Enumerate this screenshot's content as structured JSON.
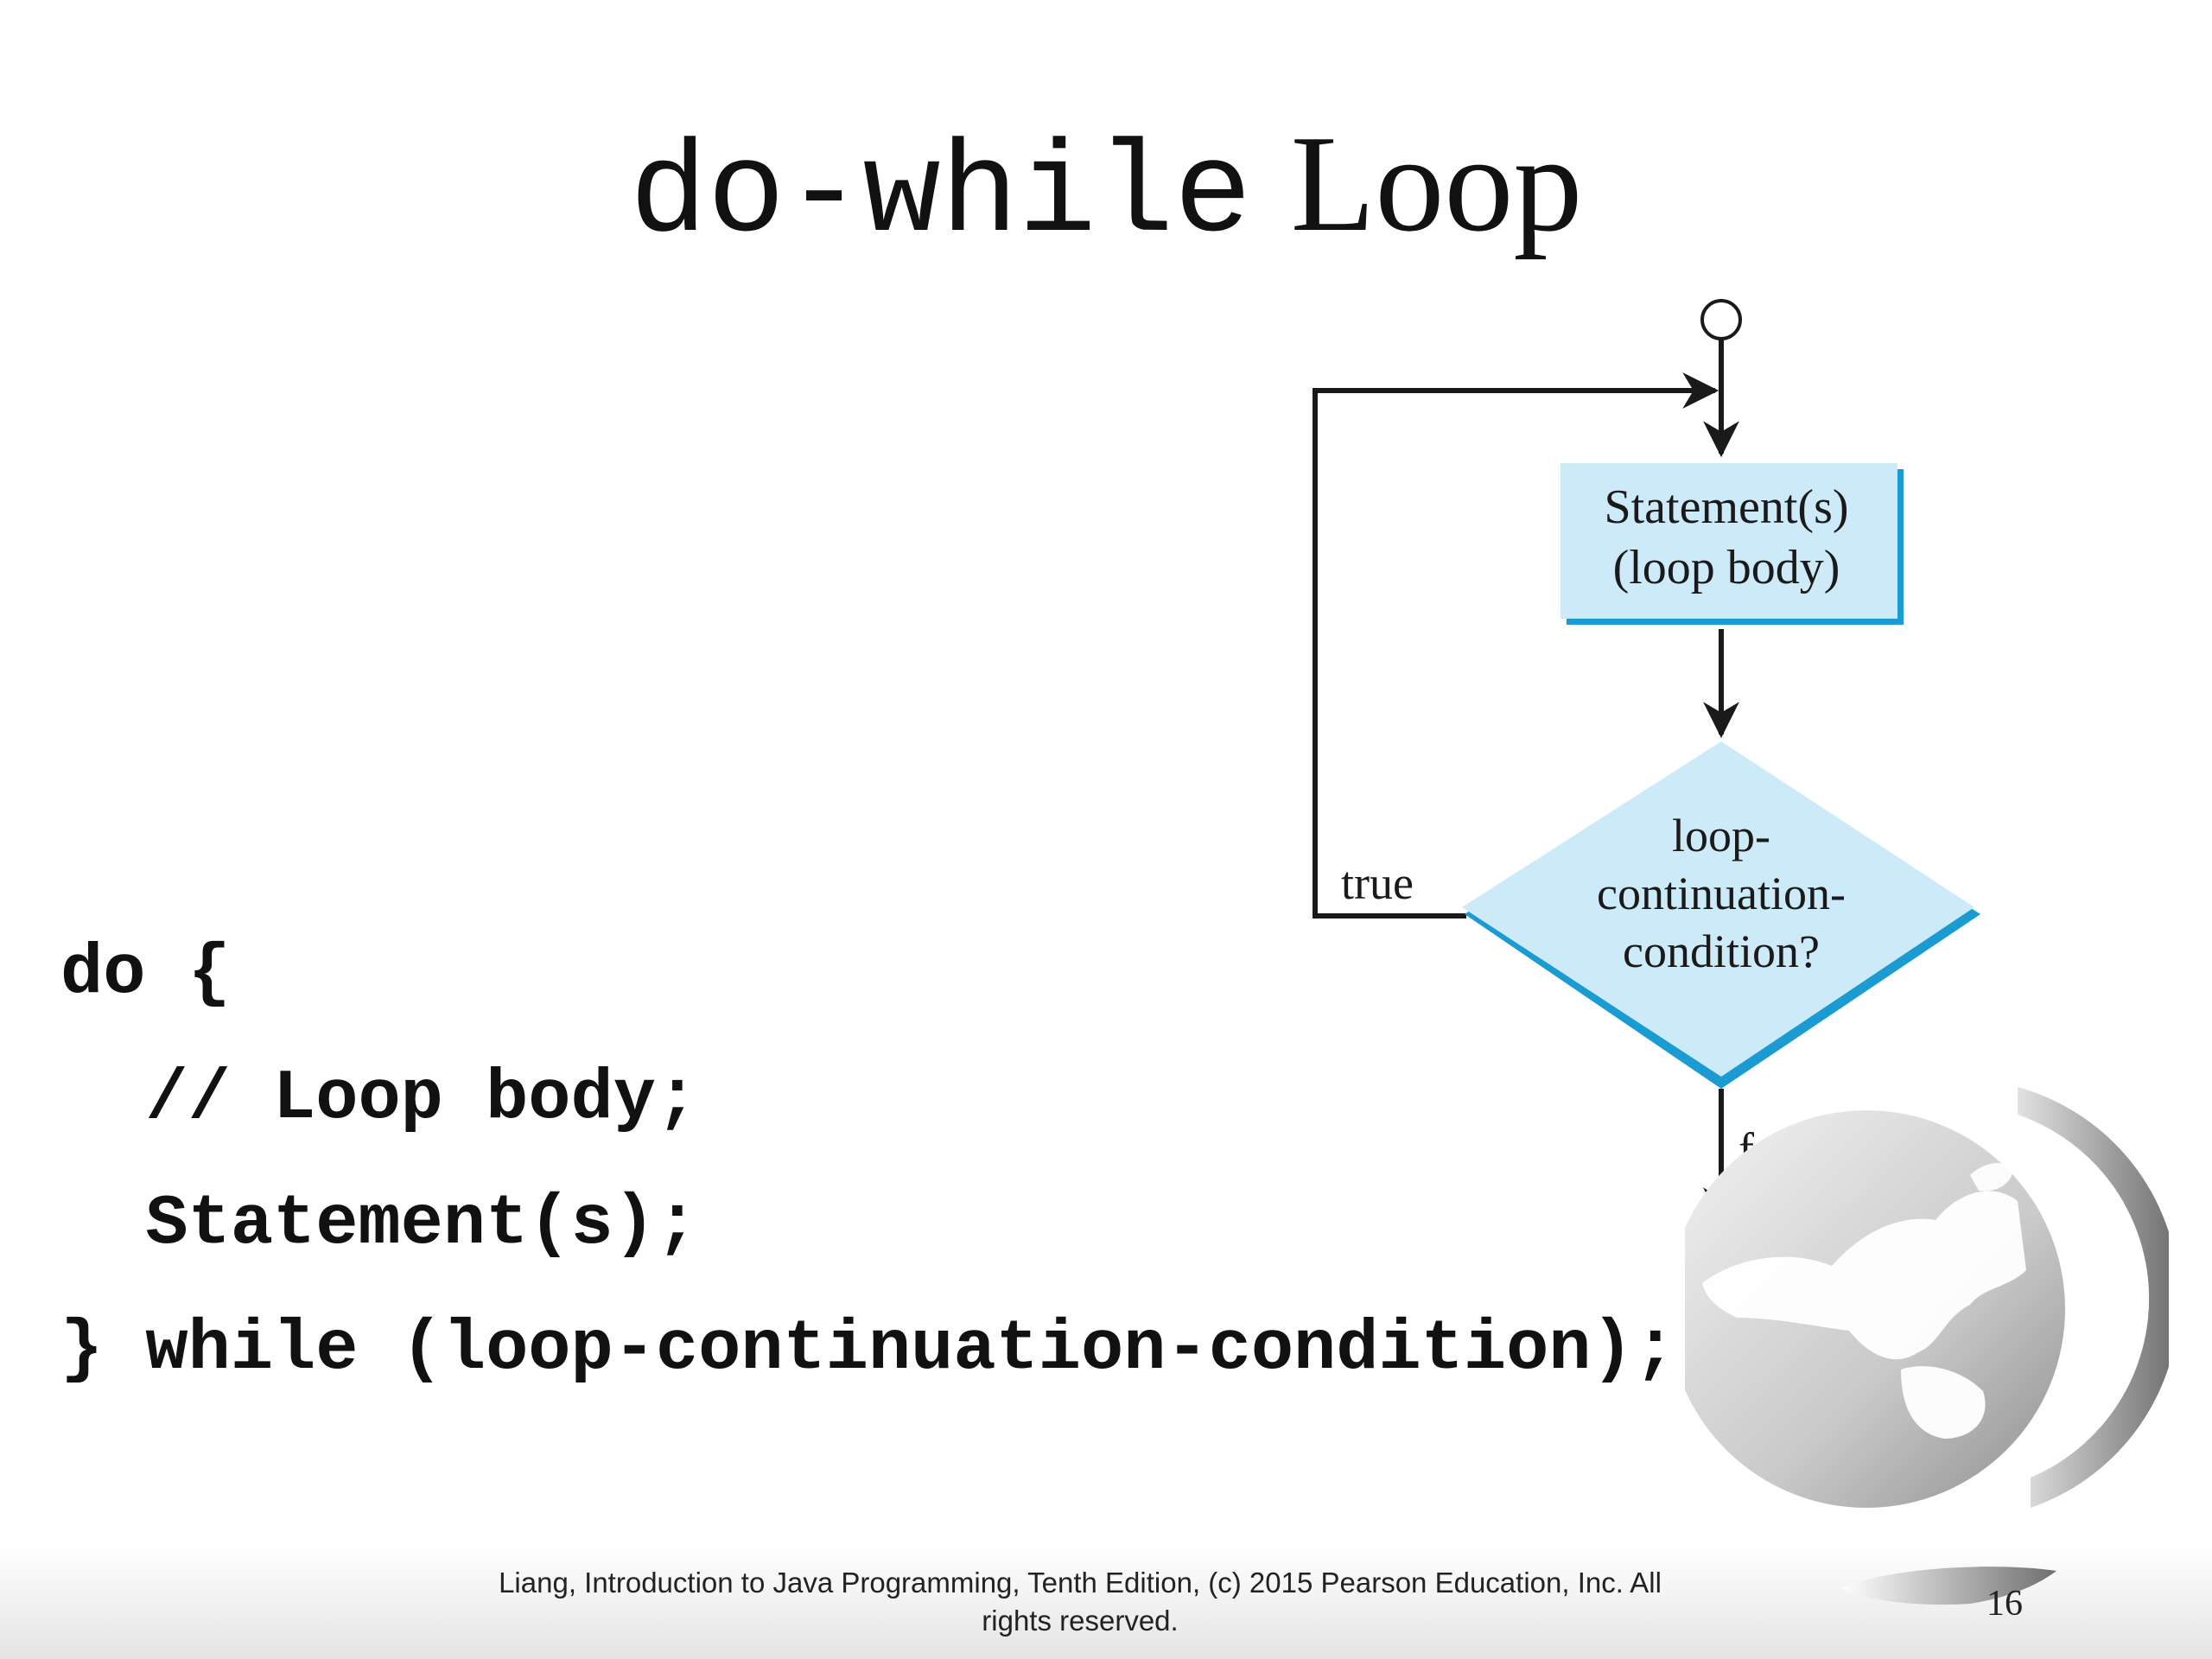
{
  "slide": {
    "title_code": "do-while",
    "title_text": "Loop",
    "code_lines": [
      "do {",
      "  // Loop body;",
      "  Statement(s);",
      "} while (loop-continuation-condition);"
    ],
    "footer_line1": "Liang, Introduction to Java Programming, Tenth Edition, (c) 2015 Pearson Education, Inc. All",
    "footer_line2": "rights reserved.",
    "page_number": "16"
  },
  "flowchart": {
    "statement_line1": "Statement(s)",
    "statement_line2": "(loop body)",
    "condition_line1": "loop-",
    "condition_line2": "continuation-",
    "condition_line3": "condition?",
    "true_label": "true",
    "false_label": "false"
  },
  "colors": {
    "box_fill": "#cdeaf8",
    "box_shadow": "#1a9bd2",
    "line": "#1a1a1a"
  }
}
